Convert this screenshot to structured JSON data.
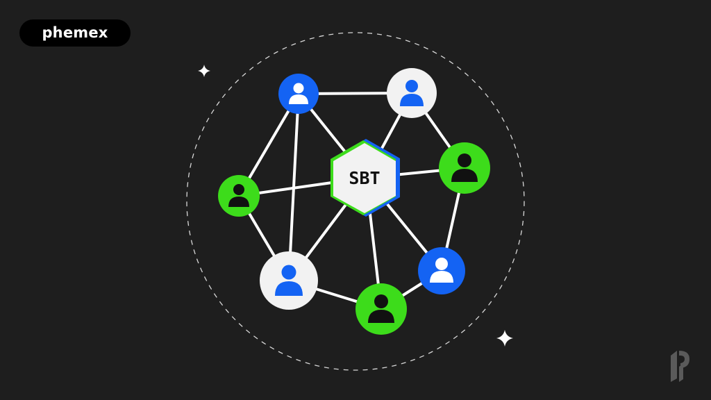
{
  "brand": {
    "name": "phemex"
  },
  "center_node": {
    "label": "SBT"
  },
  "colors": {
    "background": "#1e1e1e",
    "badge": "#000000",
    "blue": "#1463f3",
    "green": "#3ddc1b",
    "white": "#f2f2f2",
    "line": "#ffffff",
    "hex_outline_blue": "#1463f3",
    "hex_outline_green": "#3ddc1b"
  },
  "nodes": [
    {
      "name": "user-node-1",
      "color": "blue"
    },
    {
      "name": "user-node-2",
      "color": "white"
    },
    {
      "name": "user-node-3",
      "color": "green"
    },
    {
      "name": "user-node-4",
      "color": "green"
    },
    {
      "name": "user-node-5",
      "color": "white"
    },
    {
      "name": "user-node-6",
      "color": "green"
    },
    {
      "name": "user-node-7",
      "color": "blue"
    }
  ]
}
